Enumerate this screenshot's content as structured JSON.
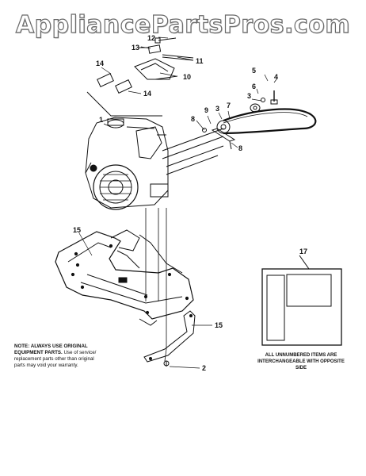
{
  "watermark": "AppliancePartsPros.com",
  "callouts": {
    "c1": "1",
    "c2": "2",
    "c3a": "3",
    "c3b": "3",
    "c4": "4",
    "c5": "5",
    "c6": "6",
    "c7": "7",
    "c8a": "8",
    "c8b": "8",
    "c9": "9",
    "c10": "10",
    "c11": "11",
    "c12": "12",
    "c13": "13",
    "c14a": "14",
    "c14b": "14",
    "c15a": "15",
    "c15b": "15",
    "c17": "17"
  },
  "note": {
    "lead": "NOTE: ALWAYS USE ORIGINAL EQUIPMENT PARTS.",
    "body": "Use of service/ replacement parts other than original parts may void your warranty."
  },
  "unnumbered_note": "ALL UNNUMBERED ITEMS ARE INTERCHANGEABLE WITH OPPOSITE SIDE"
}
